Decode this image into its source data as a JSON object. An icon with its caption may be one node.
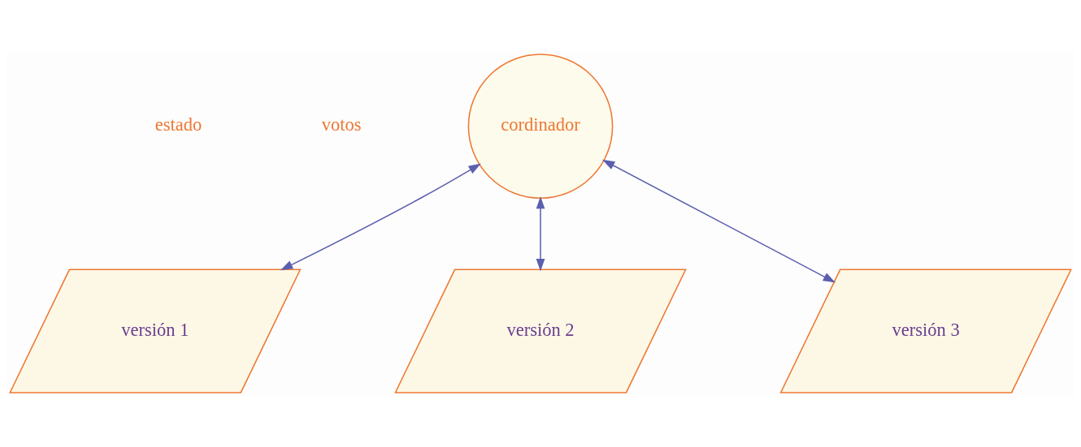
{
  "diagram": {
    "nodes": [
      {
        "text": [
          "cordinador"
        ]
      },
      {
        "text": [
          "versión 1"
        ]
      },
      {
        "text": [
          "versión 2"
        ]
      },
      {
        "text": [
          "versión 3"
        ]
      }
    ],
    "edges": [
      {
        "from": 1,
        "to": 0,
        "arrow": "both"
      },
      {
        "from": 2,
        "to": 0,
        "arrow": "both"
      },
      {
        "from": 3,
        "to": 0,
        "arrow": "both"
      }
    ],
    "labels": [
      "estado",
      "votos"
    ]
  }
}
